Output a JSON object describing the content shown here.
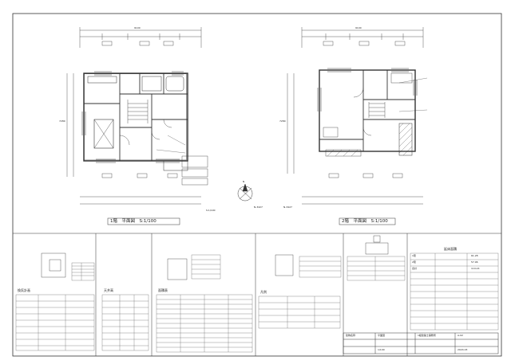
{
  "plan_titles": {
    "floor1": "1階　平面図　S:1/100",
    "floor2": "2階　平面図　S:1/100"
  },
  "dimensions": {
    "floor1_total_width": "9100",
    "floor1_depth": "7280",
    "floor2_total_width": "9100",
    "floor2_depth": "7280"
  },
  "notes": {
    "north_arrow": "N",
    "floor1_note": "N-3427",
    "floor2_note": "N-3427",
    "scale_note": "S:1/100"
  },
  "tables": {
    "left_title": "換気計画",
    "mid_title": "天井高",
    "calc_title": "面積表",
    "right_title": "凡例",
    "area_summary_title": "延床面積",
    "area_rows": [
      {
        "label": "1階",
        "value": "61.28"
      },
      {
        "label": "2階",
        "value": "57.96"
      },
      {
        "label": "合計",
        "value": "119.24"
      }
    ]
  },
  "title_block": {
    "project_label": "建物名称",
    "drawing_label": "平面図",
    "company": "1級建築士事務所",
    "sheet_no": "A-02",
    "scale": "1/100",
    "date": "2024.03"
  }
}
